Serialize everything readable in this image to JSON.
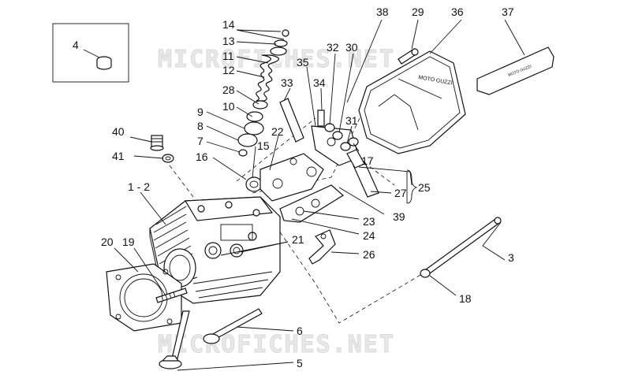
{
  "watermark": {
    "text": "MICROFICHES.NET"
  },
  "inset_box": {
    "label": "4"
  },
  "labels": {
    "l1_2": "1 - 2",
    "l3": "3",
    "l4": "4",
    "l5": "5",
    "l6": "6",
    "l7": "7",
    "l8": "8",
    "l9": "9",
    "l10": "10",
    "l11": "11",
    "l12": "12",
    "l13": "13",
    "l14": "14",
    "l15": "15",
    "l16": "16",
    "l17": "17",
    "l18": "18",
    "l19": "19",
    "l20": "20",
    "l21": "21",
    "l22": "22",
    "l23": "23",
    "l24": "24",
    "l25": "25",
    "l26": "26",
    "l27": "27",
    "l28": "28",
    "l29": "29",
    "l30": "30",
    "l31": "31",
    "l32": "32",
    "l33": "33",
    "l34": "34",
    "l35": "35",
    "l36": "36",
    "l37": "37",
    "l38": "38",
    "l39": "39",
    "l40": "40",
    "l41": "41"
  },
  "cover_text": {
    "brand": "MOTO GUZZI",
    "cover_small": "MOTO GUZZI"
  }
}
